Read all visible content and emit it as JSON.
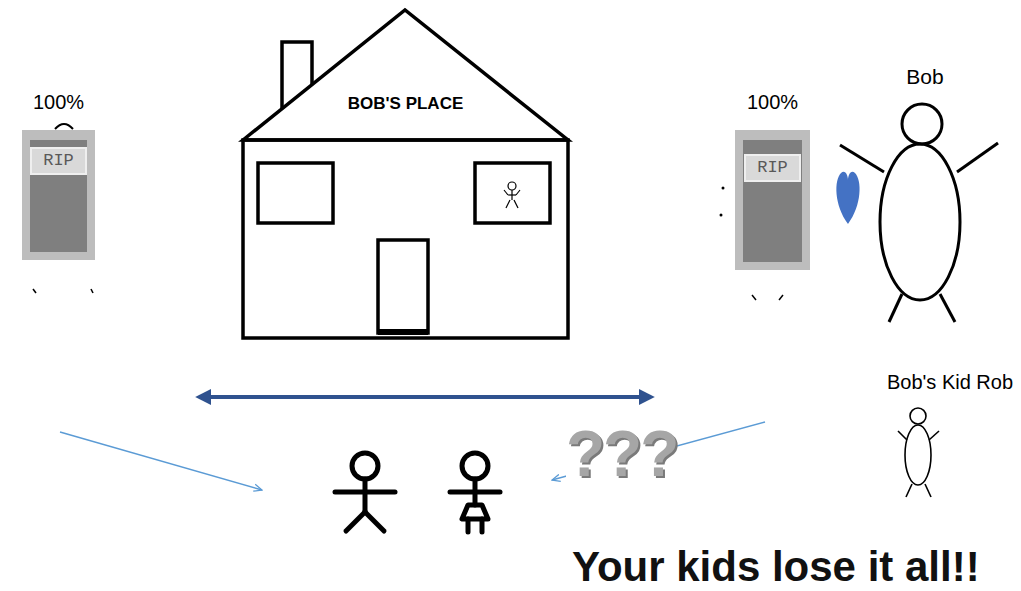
{
  "diagram": {
    "nodes": [
      {
        "text": [
          "100%",
          "RIP"
        ]
      },
      {
        "text": [
          "BOB'S PLACE"
        ]
      },
      {
        "text": [
          "100%",
          "RIP"
        ]
      },
      {
        "text": [
          "Bob"
        ]
      },
      {
        "text": [
          "Bob's Kid Rob"
        ]
      }
    ],
    "labels": [
      "???",
      "Your kids lose it all!!"
    ]
  }
}
